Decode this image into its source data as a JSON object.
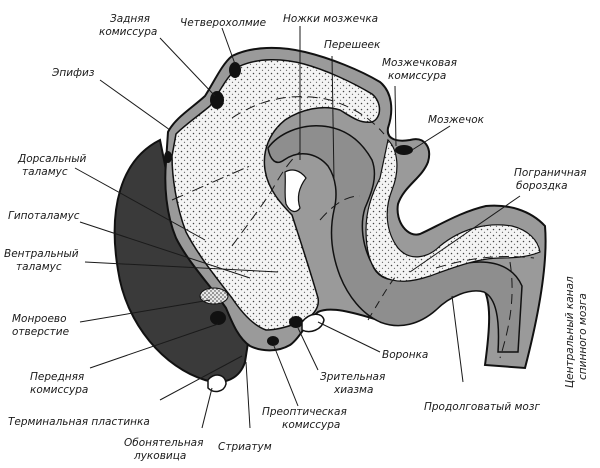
{
  "labels": {
    "posterior_commissure": [
      "Задняя",
      "комиссура"
    ],
    "quadrigemina": "Четверохолмие",
    "cerebellar_peduncles": "Ножки мозжечка",
    "isthmus": "Перешеек",
    "cerebellar_commissure": [
      "Мозжечковая",
      "комиссура"
    ],
    "epiphysis": "Эпифиз",
    "cerebellum": "Мозжечок",
    "dorsal_thalamus": [
      "Дорсальный",
      "таламус"
    ],
    "sulcus_limitans": [
      "Пограничная",
      "бороздка"
    ],
    "hypothalamus": "Гипоталамус",
    "ventral_thalamus": [
      "Вентральный",
      "таламус"
    ],
    "monro_foramen": [
      "Монроево",
      "отверстие"
    ],
    "anterior_commissure": [
      "Передняя",
      "комиссура"
    ],
    "lamina_terminalis": "Терминальная пластинка",
    "olfactory_bulb": [
      "Обонятельная",
      "луковица"
    ],
    "striatum": "Стриатум",
    "preoptic_commissure": [
      "Преоптическая",
      "комиссура"
    ],
    "optic_chiasm": [
      "Зрительная",
      "хиазма"
    ],
    "infundibulum": "Воронка",
    "medulla": "Продолговатый мозг",
    "central_canal": [
      "Центральный канал",
      "спинного мозга"
    ]
  }
}
